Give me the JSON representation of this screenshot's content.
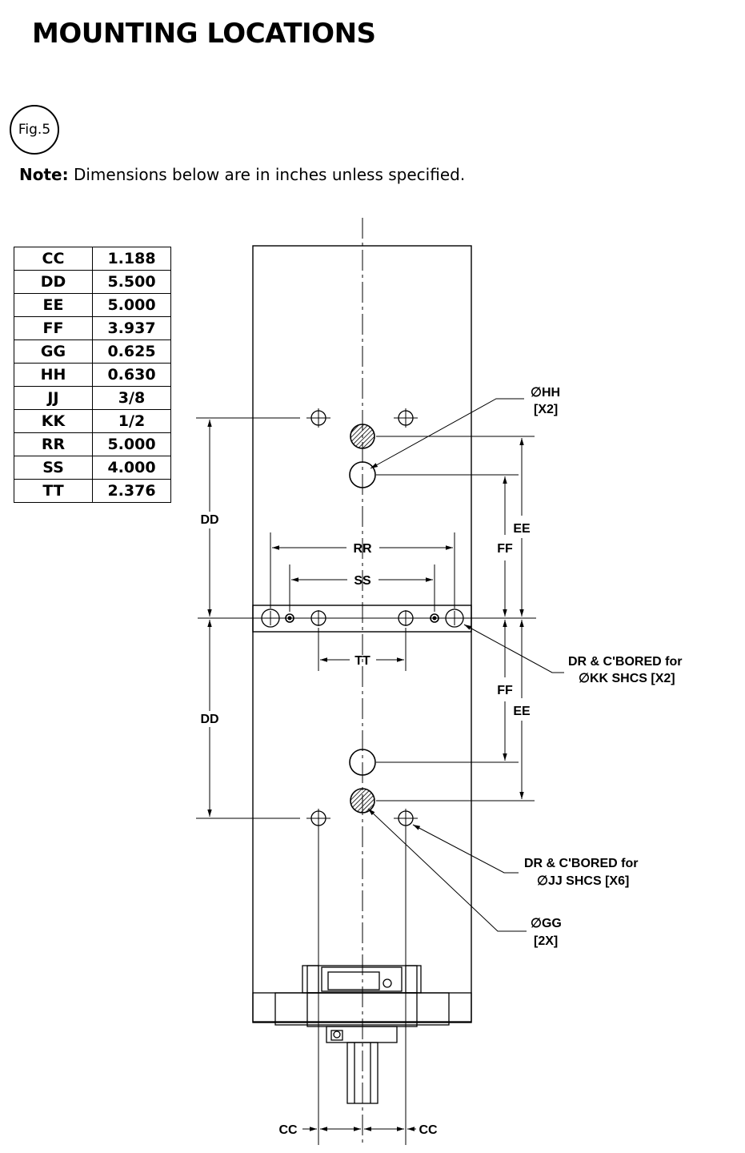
{
  "title": "MOUNTING LOCATIONS",
  "figure_badge": "Fig.5",
  "note": {
    "label": "Note:",
    "text": " Dimensions below are in inches unless specified."
  },
  "dimension_table": [
    {
      "key": "CC",
      "value": "1.188"
    },
    {
      "key": "DD",
      "value": "5.500"
    },
    {
      "key": "EE",
      "value": "5.000"
    },
    {
      "key": "FF",
      "value": "3.937"
    },
    {
      "key": "GG",
      "value": "0.625"
    },
    {
      "key": "HH",
      "value": "0.630"
    },
    {
      "key": "JJ",
      "value": "3/8"
    },
    {
      "key": "KK",
      "value": "1/2"
    },
    {
      "key": "RR",
      "value": "5.000"
    },
    {
      "key": "SS",
      "value": "4.000"
    },
    {
      "key": "TT",
      "value": "2.376"
    }
  ],
  "drawing": {
    "dim_labels": {
      "dd_upper": "DD",
      "dd_lower": "DD",
      "rr": "RR",
      "ss": "SS",
      "tt": "TT",
      "ff_upper": "FF",
      "ff_lower": "FF",
      "ee_upper": "EE",
      "ee_lower": "EE",
      "cc_left": "CC",
      "cc_right": "CC"
    },
    "callouts": {
      "hh_line1": "∅HH",
      "hh_line2": "[X2]",
      "kk_line1": "DR & C'BORED for",
      "kk_line2": "∅KK SHCS [X2]",
      "jj_line1": "DR & C'BORED for",
      "jj_line2": "∅JJ SHCS [X6]",
      "gg_line1": "∅GG",
      "gg_line2": "[2X]"
    }
  }
}
